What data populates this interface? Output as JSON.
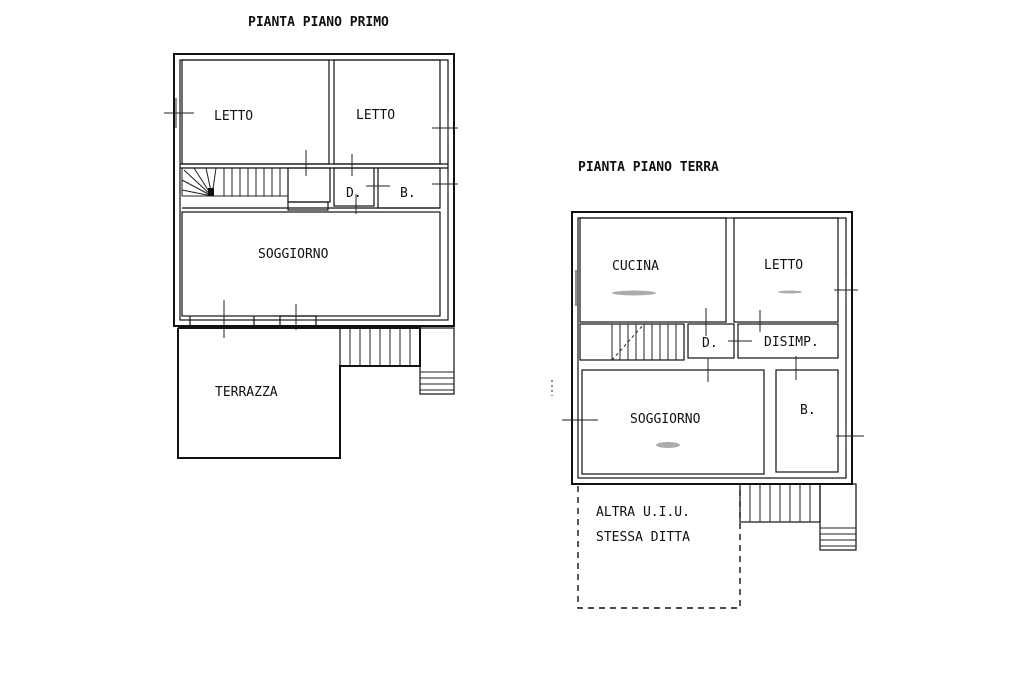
{
  "first_floor": {
    "title": "PIANTA PIANO PRIMO",
    "rooms": {
      "bedroom_left": "LETTO",
      "bedroom_right": "LETTO",
      "closet": "D.",
      "bath": "B.",
      "living": "SOGGIORNO",
      "terrace": "TERRAZZA"
    }
  },
  "ground_floor": {
    "title": "PIANTA PIANO TERRA",
    "rooms": {
      "kitchen": "CUCINA",
      "bedroom": "LETTO",
      "closet": "D.",
      "hall": "DISIMP.",
      "living": "SOGGIORNO",
      "bath": "B."
    },
    "other_unit_line1": "ALTRA U.I.U.",
    "other_unit_line2": "STESSA DITTA"
  },
  "colors": {
    "ink": "#111111",
    "paper": "#ffffff"
  }
}
